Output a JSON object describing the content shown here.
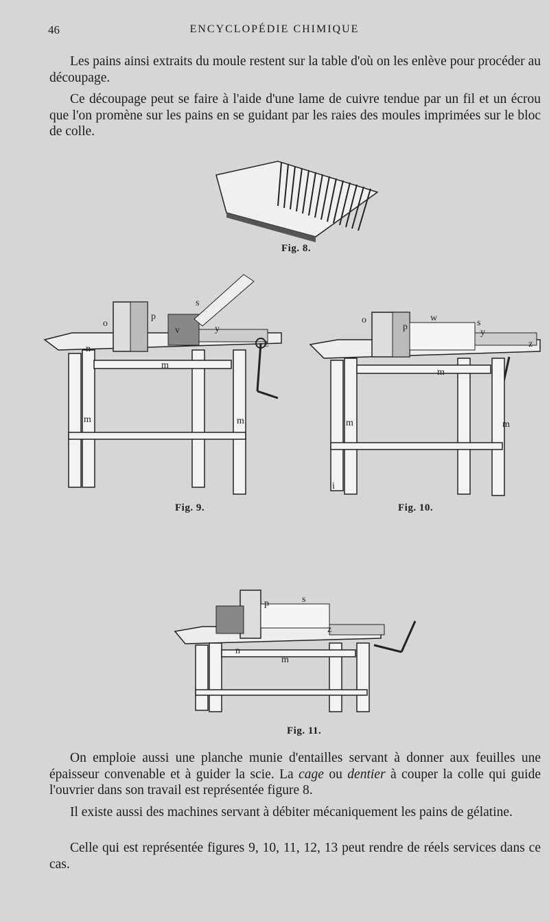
{
  "header": {
    "page_number": "46",
    "running_title": "ENCYCLOPÉDIE CHIMIQUE"
  },
  "paragraphs_top": [
    "Les pains ainsi extraits du moule restent sur la table d'où on les enlève pour procéder au découpage.",
    "Ce découpage peut se faire à l'aide d'une lame de cuivre tendue par un fil et un écrou que l'on promène sur les pains en se guidant par les raies des moules imprimées sur le bloc de colle."
  ],
  "figures": {
    "fig8": {
      "caption": "Fig. 8."
    },
    "fig9": {
      "caption": "Fig. 9.",
      "labels": {
        "o": "o",
        "p": "p",
        "s": "s",
        "v": "v",
        "y": "y",
        "z": "z",
        "n": "n",
        "m1": "m",
        "m2": "m",
        "m3": "m"
      }
    },
    "fig10": {
      "caption": "Fig. 10.",
      "labels": {
        "o": "o",
        "p": "p",
        "w": "w",
        "s": "s",
        "y": "y",
        "z": "z",
        "m1": "m",
        "m2": "m",
        "m3": "m",
        "i": "i"
      }
    },
    "fig11": {
      "caption": "Fig. 11.",
      "labels": {
        "p": "p",
        "s": "s",
        "z": "z",
        "n": "n",
        "m": "m"
      }
    }
  },
  "paragraphs_bottom": {
    "p1_a": "On emploie aussi une planche munie d'entailles servant à donner aux feuilles une épaisseur convenable et à guider la scie. La ",
    "p1_cage": "cage",
    "p1_ou": " ou ",
    "p1_dentier": "dentier",
    "p1_b": " à couper la colle qui guide l'ouvrier dans son travail est représentée figure 8.",
    "p2": "Il existe aussi des machines servant à débiter mécaniquement les pains de gélatine.",
    "p3": "Celle qui est représentée figures 9, 10, 11, 12, 13 peut rendre de réels services dans ce cas."
  }
}
